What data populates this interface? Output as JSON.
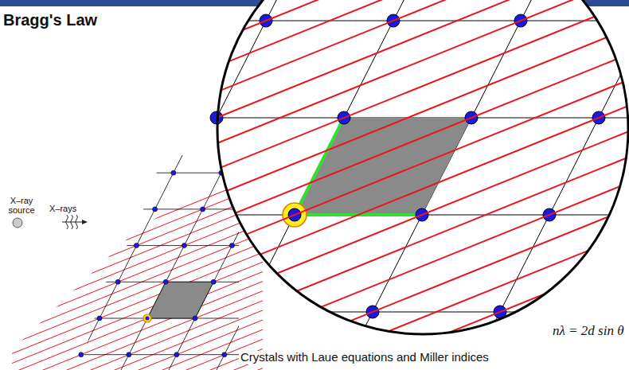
{
  "diagram": {
    "title": "Bragg's Law",
    "labels": [
      "X–ray source",
      "X–rays",
      "nλ = 2d sin θ",
      "Crystals with Laue equations and Miller indices"
    ]
  }
}
